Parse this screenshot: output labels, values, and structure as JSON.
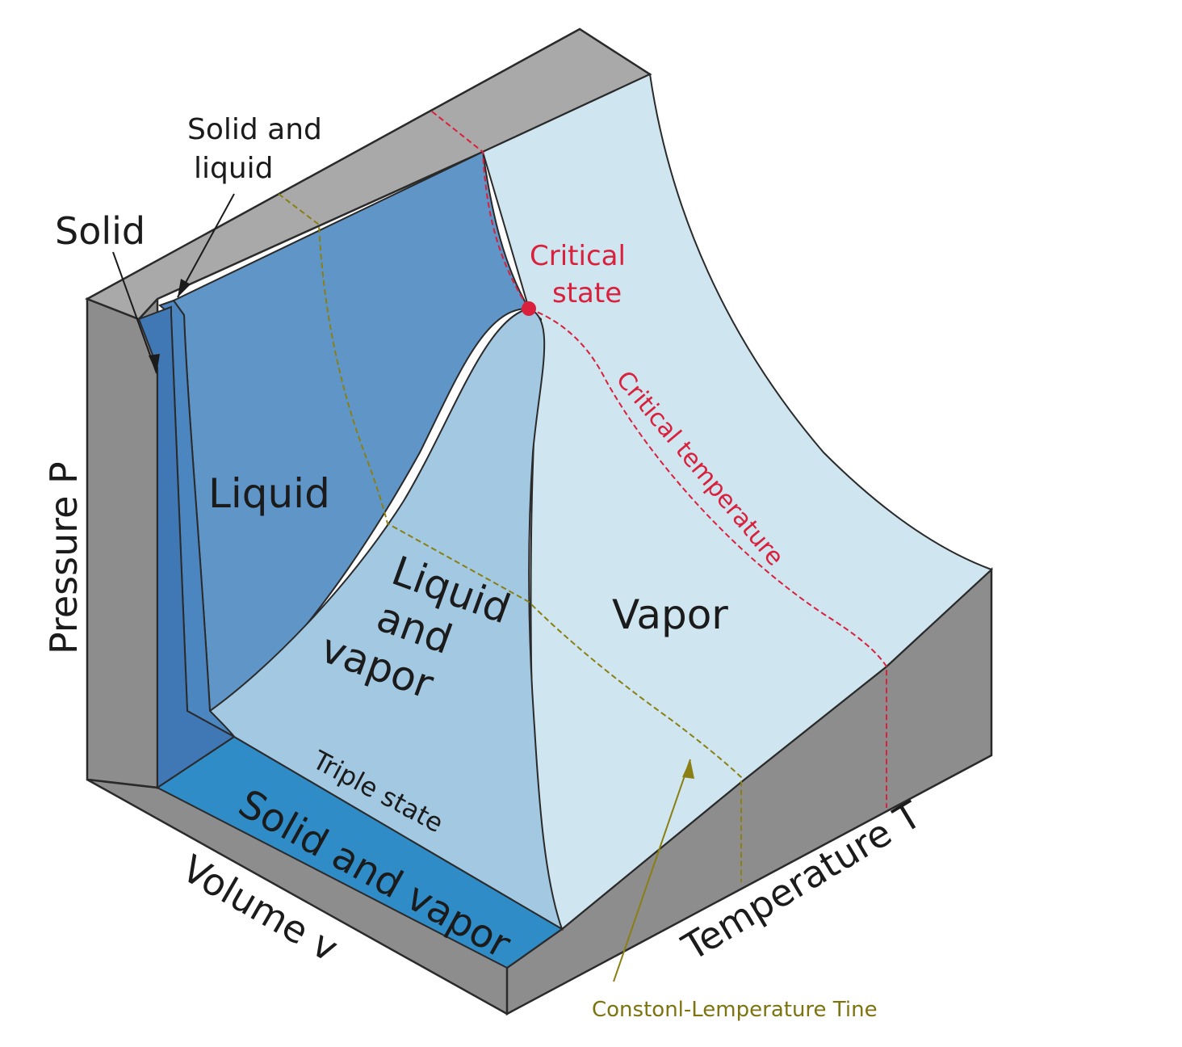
{
  "labels": {
    "solid": "Solid",
    "solid_and_liquid_line1": "Solid and",
    "solid_and_liquid_line2": "liquid",
    "liquid": "Liquid",
    "liquid_and_vapor_line1": "Liquid",
    "liquid_and_vapor_line2": "and",
    "liquid_and_vapor_line3": "vapor",
    "vapor": "Vapor",
    "triple_state": "Triple state",
    "solid_and_vapor": "Solid and vapor",
    "critical_state_line1": "Critical",
    "critical_state_line2": "state",
    "critical_temperature": "Critical temperature",
    "constant_temperature_line": "Constonl-Lemperature Tine"
  },
  "axes": {
    "pressure": "Pressure   P",
    "volume": "Volume   v",
    "temperature": "Temperature  T"
  },
  "colors": {
    "background": "#ffffff",
    "block_side": "#8d8d8d",
    "block_top": "#a9a9a9",
    "block_edge": "#2a2a2a",
    "solid_region": "#3f78b4",
    "solid_liquid_region": "#4b86c0",
    "liquid_region": "#6096c7",
    "liquid_vapor_region": "#a2c8e2",
    "vapor_region": "#cfe5ef",
    "solid_vapor_region": "#2f8cc6",
    "critical": "#d9203c",
    "constant_temperature": "#8a7f12",
    "text": "#1b1b1b"
  }
}
